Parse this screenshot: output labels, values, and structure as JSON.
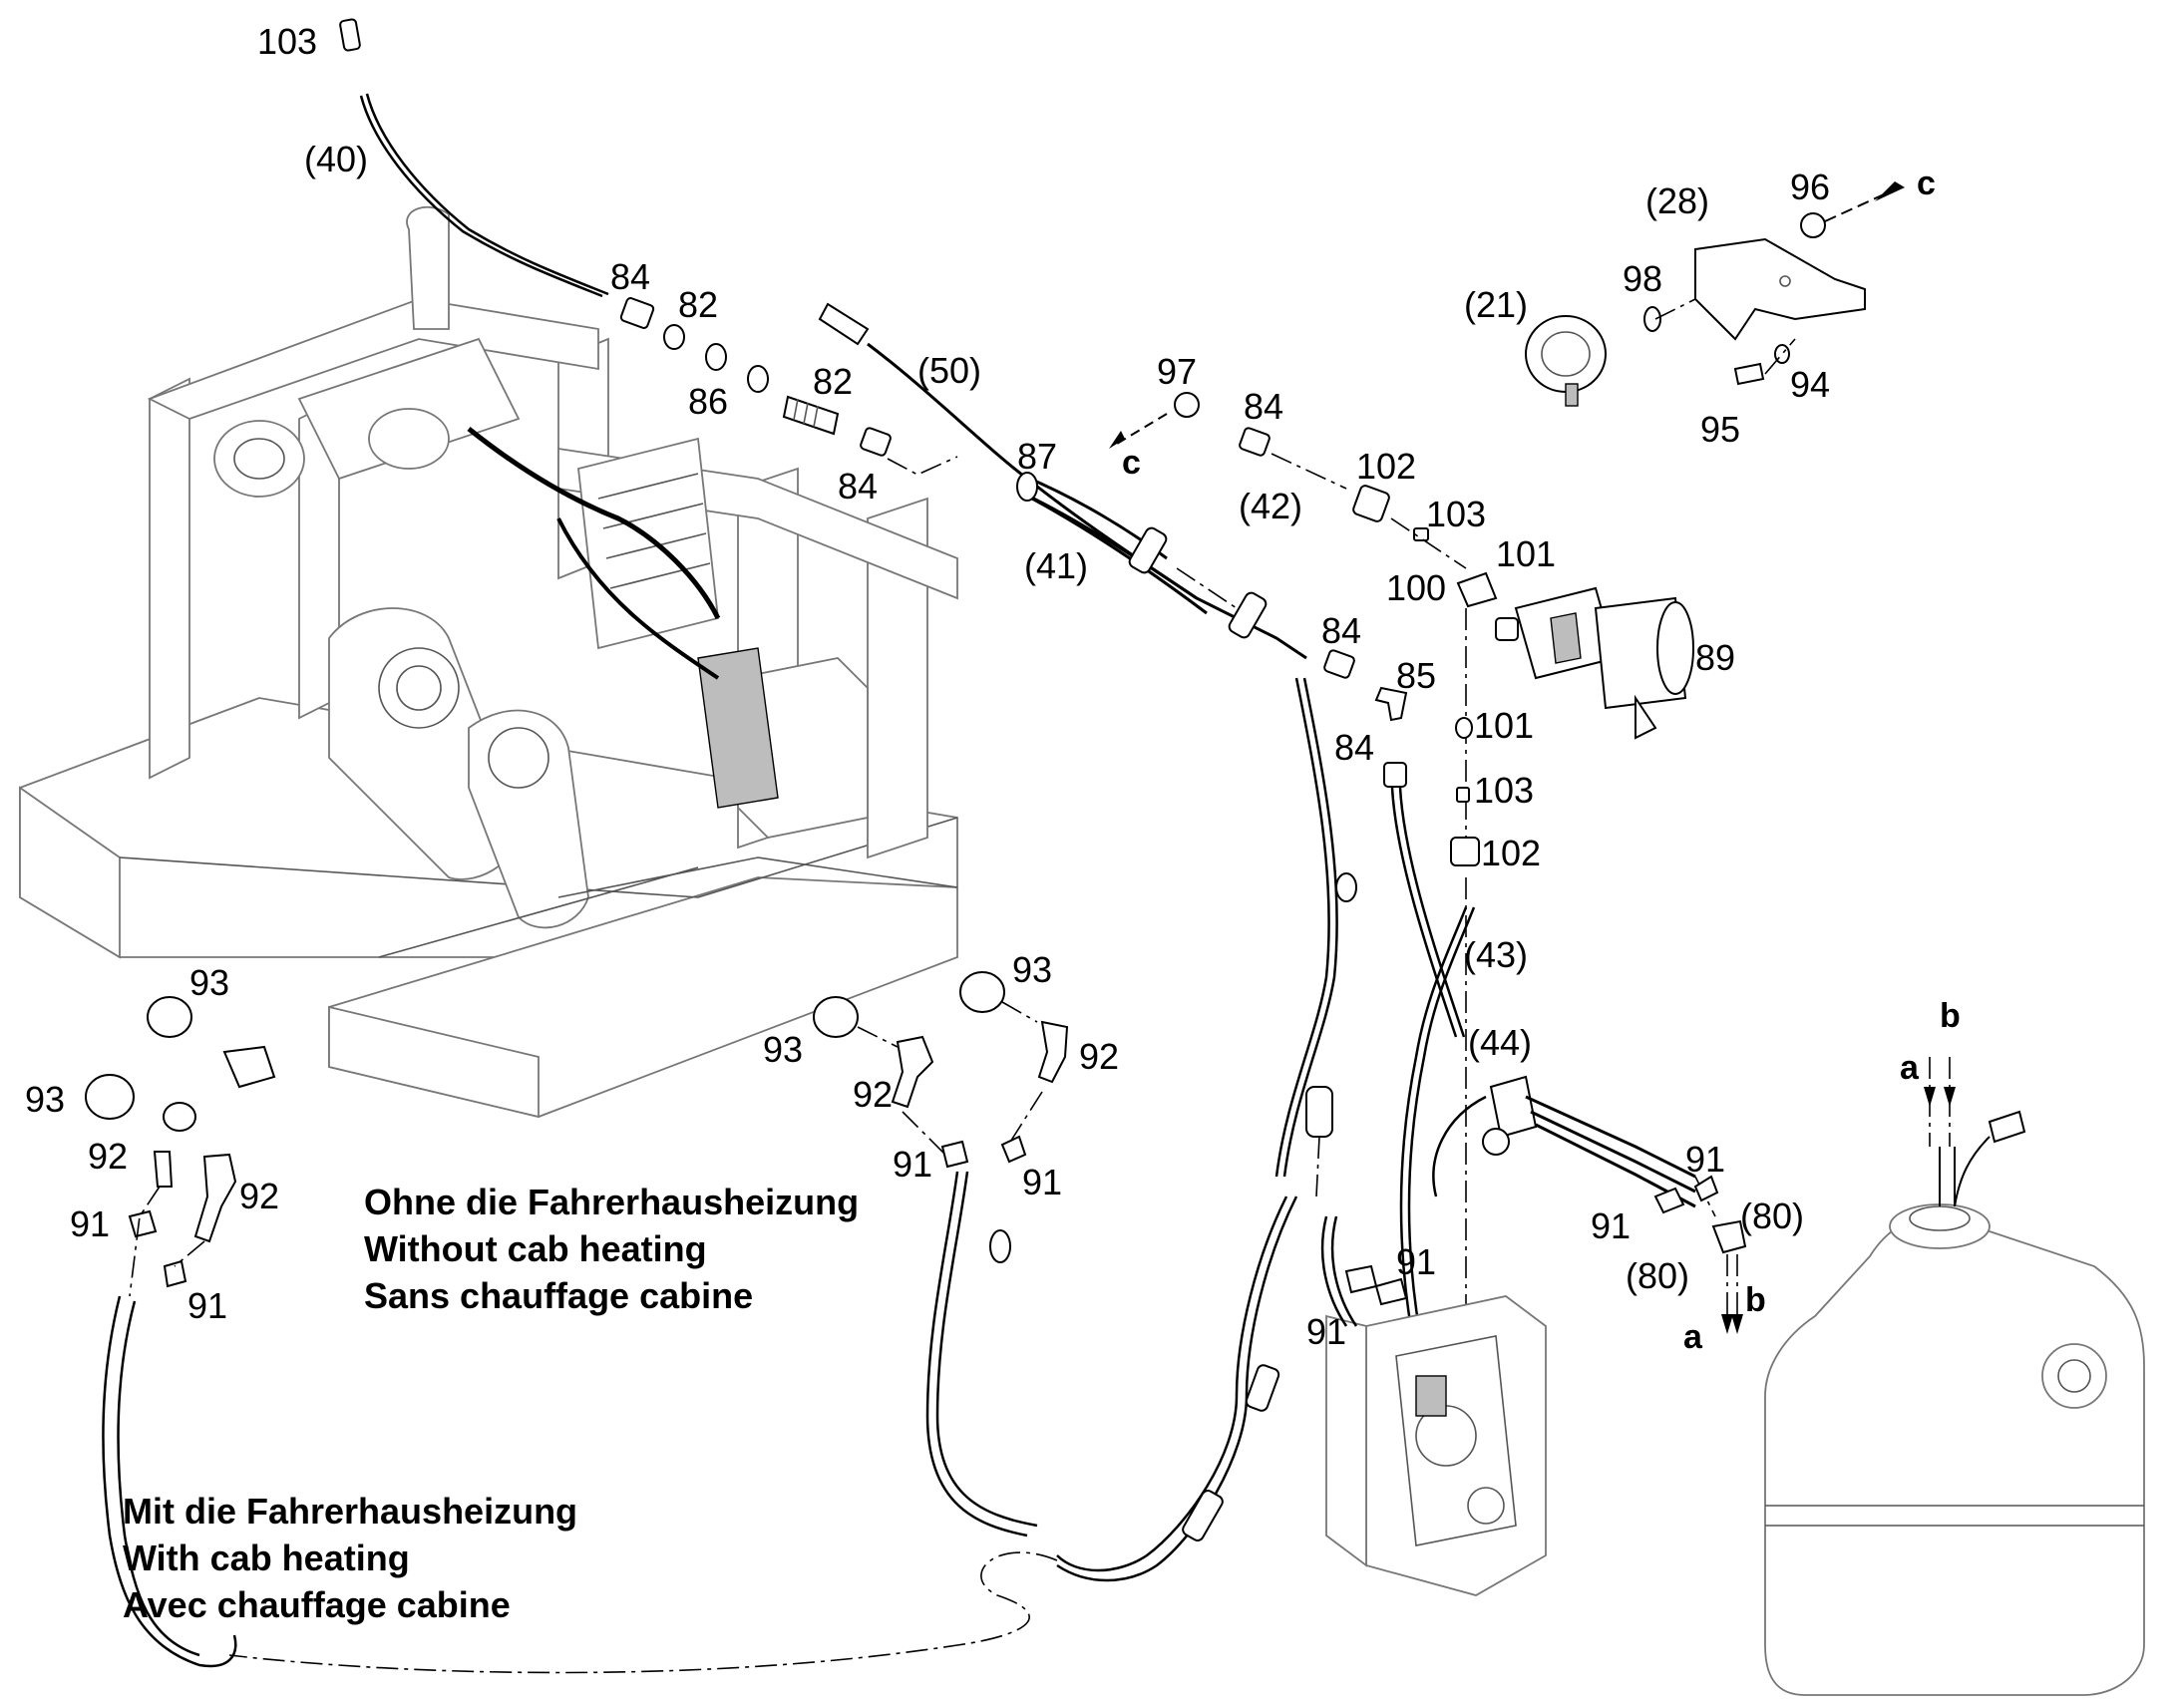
{
  "labels": {
    "p103_top": "103",
    "p40": "(40)",
    "p84_a": "84",
    "p82_a": "82",
    "p86": "86",
    "p82_b": "82",
    "p84_b": "84",
    "p50": "(50)",
    "p87": "87",
    "p41": "(41)",
    "p97": "97",
    "p84_c": "84",
    "c_left": "c",
    "p42": "(42)",
    "p102_a": "102",
    "p103_a": "103",
    "p101_a": "101",
    "p100": "100",
    "p89": "89",
    "p84_d": "84",
    "p85": "85",
    "p84_e": "84",
    "p101_b": "101",
    "p103_b": "103",
    "p102_b": "102",
    "p43": "(43)",
    "p44": "(44)",
    "p28": "(28)",
    "p96": "96",
    "c_right": "c",
    "p21": "(21)",
    "p98": "98",
    "p94": "94",
    "p95": "95",
    "p93_a": "93",
    "p93_b": "93",
    "p92_a": "92",
    "p92_b": "92",
    "p91_a": "91",
    "p91_b": "91",
    "p93_c": "93",
    "p93_d": "93",
    "p92_c": "92",
    "p92_d": "92",
    "p91_c": "91",
    "p91_d": "91",
    "p91_e": "91",
    "p91_f": "91",
    "p91_g": "91",
    "p91_h": "91",
    "p80_a": "(80)",
    "p80_b": "(80)",
    "a_low": "a",
    "b_low": "b",
    "a_top": "a",
    "b_top": "b"
  },
  "captions": {
    "without_de": "Ohne die Fahrerhausheizung",
    "without_en": "Without cab heating",
    "without_fr": "Sans chauffage cabine",
    "with_de": "Mit die Fahrerhausheizung",
    "with_en": "With cab heating",
    "with_fr": "Avec chauffage cabine"
  }
}
